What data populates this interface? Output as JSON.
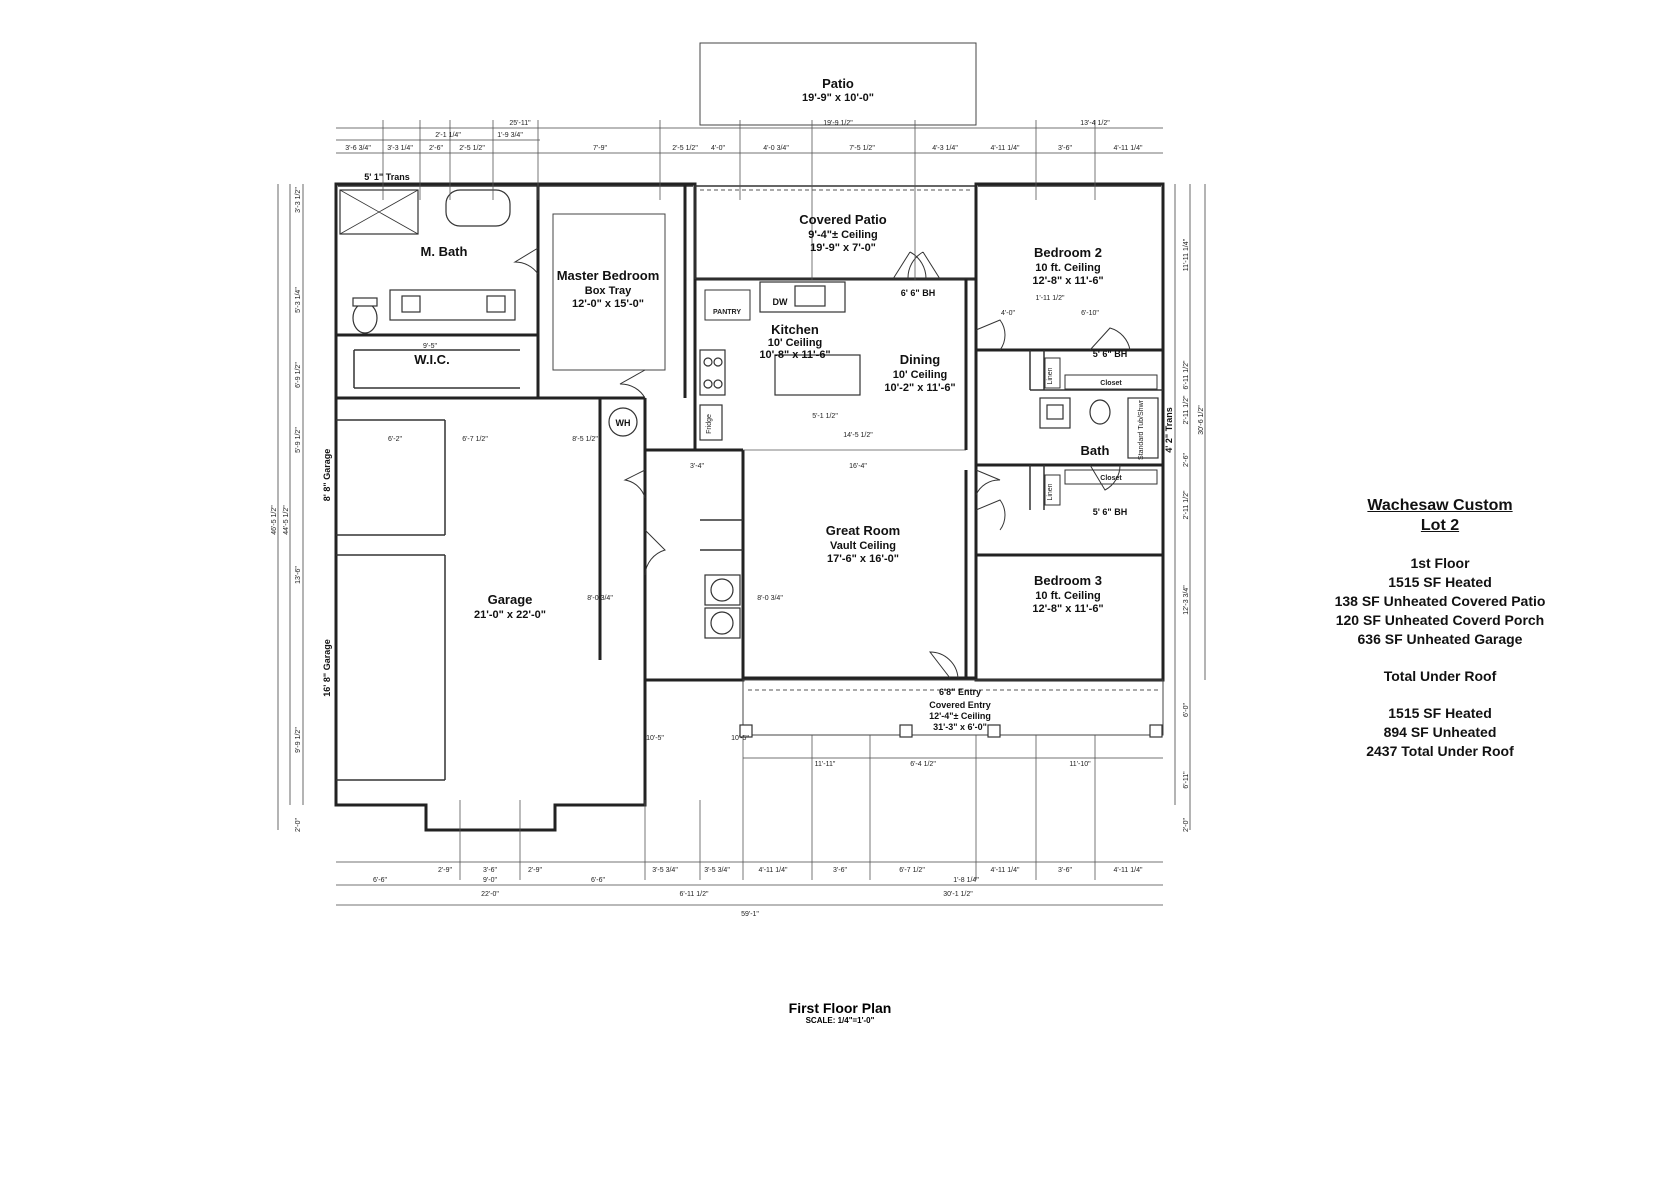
{
  "rooms": {
    "patio": {
      "name": "Patio",
      "dims": "19'-9\" x 10'-0\""
    },
    "covered_patio": {
      "name": "Covered Patio",
      "ceiling": "9'-4\"± Ceiling",
      "dims": "19'-9\" x 7'-0\""
    },
    "m_bath": {
      "name": "M. Bath"
    },
    "master_bedroom": {
      "name": "Master Bedroom",
      "ceiling": "Box Tray",
      "dims": "12'-0\" x 15'-0\""
    },
    "wic": {
      "name": "W.I.C."
    },
    "kitchen": {
      "name": "Kitchen",
      "ceiling": "10' Ceiling",
      "dims": "10'-8\" x 11'-6\""
    },
    "dining": {
      "name": "Dining",
      "ceiling": "10' Ceiling",
      "dims": "10'-2\" x 11'-6\""
    },
    "bedroom2": {
      "name": "Bedroom 2",
      "ceiling": "10 ft. Ceiling",
      "dims": "12'-8\" x 11'-6\""
    },
    "bath": {
      "name": "Bath"
    },
    "great_room": {
      "name": "Great Room",
      "ceiling": "Vault Ceiling",
      "dims": "17'-6\" x 16'-0\""
    },
    "bedroom3": {
      "name": "Bedroom 3",
      "ceiling": "10 ft. Ceiling",
      "dims": "12'-8\" x 11'-6\""
    },
    "garage": {
      "name": "Garage",
      "dims": "21'-0\" x 22'-0\""
    },
    "covered_entry": {
      "name": "Covered Entry",
      "ceiling": "12'-4\"± Ceiling",
      "dims": "31'-3\" x 6'-0\""
    }
  },
  "fixtures": {
    "pantry": "PANTRY",
    "dw": "DW",
    "wh": "WH",
    "linen_1": "Linen",
    "linen_2": "Linen",
    "closet_1": "Closet",
    "closet_2": "Closet",
    "tub": "Standard Tub/Shwr",
    "fridge": "Fridge",
    "entry": "6'8\" Entry",
    "garage_door_1": "8' 8\" Garage",
    "garage_door_2": "16' 8\" Garage",
    "trans_1": "5' 1\" Trans",
    "trans_2": "4' 2\" Trans",
    "bh_1": "6' 6\" BH",
    "bh_2": "5' 6\" BH",
    "bh_3": "5' 6\" BH"
  },
  "dimensions": {
    "top_overall_left": "25'-11\"",
    "top_overall_mid": "19'-9 1/2\"",
    "top_overall_right": "13'-4 1/2\"",
    "top_row": [
      "3'-6 3/4\"",
      "3'-3 1/4\"",
      "2'-6\"",
      "2'-5 1/2\"",
      "7'-9\"",
      "2'-5 1/2\"",
      "4'-0\"",
      "4'-0 3/4\"",
      "7'-5 1/2\"",
      "4'-3 1/4\"",
      "4'-11 1/4\"",
      "3'-6\"",
      "4'-11 1/4\""
    ],
    "top_row_upper": [
      "2'-1 1/4\"",
      "1'-9 3/4\""
    ],
    "bottom_row": [
      "2'-9\"",
      "3'-6\"",
      "2'-9\"",
      "3'-5 3/4\"",
      "3'-5 3/4\"",
      "4'-11 1/4\"",
      "3'-6\"",
      "6'-7 1/2\"",
      "4'-11 1/4\"",
      "3'-6\"",
      "4'-11 1/4\""
    ],
    "bottom_row2": [
      "6'-6\"",
      "9'-0\"",
      "6'-6\"",
      "1'-8 1/4\""
    ],
    "bottom_row3": [
      "22'-0\"",
      "6'-11 1/2\"",
      "30'-1 1/2\""
    ],
    "bottom_overall": "59'-1\"",
    "porch_row": [
      "11'-11\"",
      "6'-4 1/2\"",
      "11'-10\""
    ],
    "left_side": [
      "3'-3 1/2\"",
      "5'-3 1/4\"",
      "6'-9 1/2\"",
      "5'-9 1/2\"",
      "13'-6\"",
      "9'-9 1/2\"",
      "2'-0\""
    ],
    "left_overall": [
      "46'-5 1/2\"",
      "44'-5 1/2\""
    ],
    "right_side": [
      "11'-11 1/4\"",
      "6'-11 1/2\"",
      "2'-11 1/2\"",
      "2'-6\"",
      "2'-11 1/2\"",
      "12'-3 3/4\"",
      "6'-0\"",
      "6'-11\"",
      "2'-0\""
    ],
    "right_overall": "30'-6 1/2\"",
    "interior": [
      "6'-2\"",
      "6'-7 1/2\"",
      "8'-5 1/2\"",
      "9'-5\"",
      "14'-5 1/2\"",
      "16'-4\"",
      "5'-1 1/2\"",
      "3'-4\"",
      "4'-0\"",
      "6'-10\"",
      "1'-11 1/2\"",
      "10'-5\"",
      "10'-5\"",
      "8'-0 3/4\"",
      "8'-0 3/4\""
    ]
  },
  "info": {
    "title1": "Wachesaw Custom",
    "title2": "Lot 2",
    "floor": "1st Floor",
    "heated": "1515 SF Heated",
    "unheated_patio": "138 SF Unheated Covered Patio",
    "unheated_porch": "120 SF Unheated Coverd Porch",
    "unheated_garage": "636 SF Unheated Garage",
    "total_label": "Total Under Roof",
    "total_heated": "1515 SF Heated",
    "total_unheated": "894 SF Unheated",
    "total_roof": "2437 Total Under Roof"
  },
  "plan_title": {
    "title": "First Floor Plan",
    "scale": "SCALE: 1/4\"=1'-0\""
  }
}
